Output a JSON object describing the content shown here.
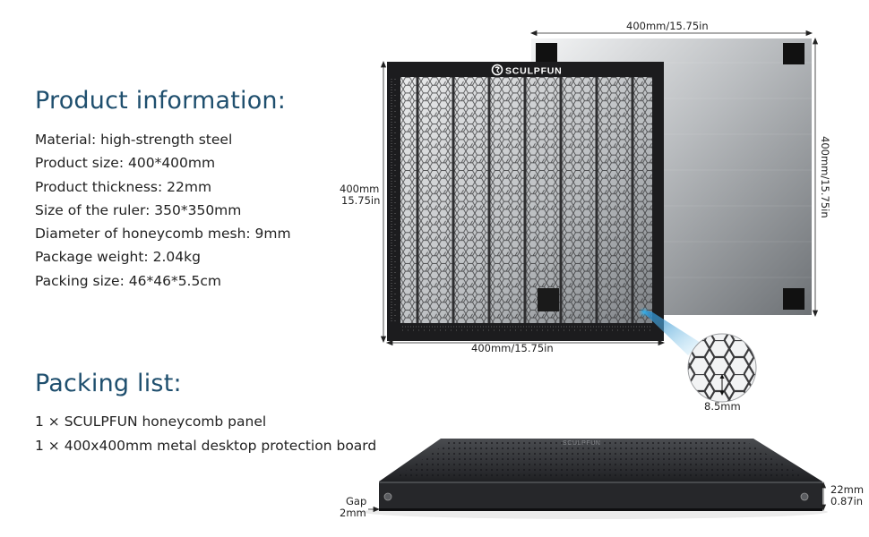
{
  "product_info": {
    "title": "Product information:",
    "items": [
      "Material: high-strength steel",
      "Product size: 400*400mm",
      "Product thickness: 22mm",
      "Size of the ruler: 350*350mm",
      "Diameter of honeycomb mesh: 9mm",
      "Package weight: 2.04kg",
      "Packing size: 46*46*5.5cm"
    ]
  },
  "packing_list": {
    "title": "Packing list:",
    "items": [
      "1 × SCULPFUN honeycomb panel",
      "1 × 400x400mm metal desktop protection board"
    ]
  },
  "dimensions": {
    "plate_width": "400mm/15.75in",
    "plate_height": "400mm/15.75in",
    "panel_height_mm": "400mm",
    "panel_height_in": "15.75in",
    "panel_width": "400mm/15.75in",
    "mesh_size": "8.5mm",
    "gap_label": "Gap",
    "gap_value": "2mm",
    "thickness_mm": "22mm",
    "thickness_in": "0.87in"
  },
  "brand": {
    "logo_text": "SCULPFUN"
  },
  "colors": {
    "heading": "#1f4f6e",
    "frame": "#1c1c1e",
    "accent_blue": "#2a9fd6"
  }
}
